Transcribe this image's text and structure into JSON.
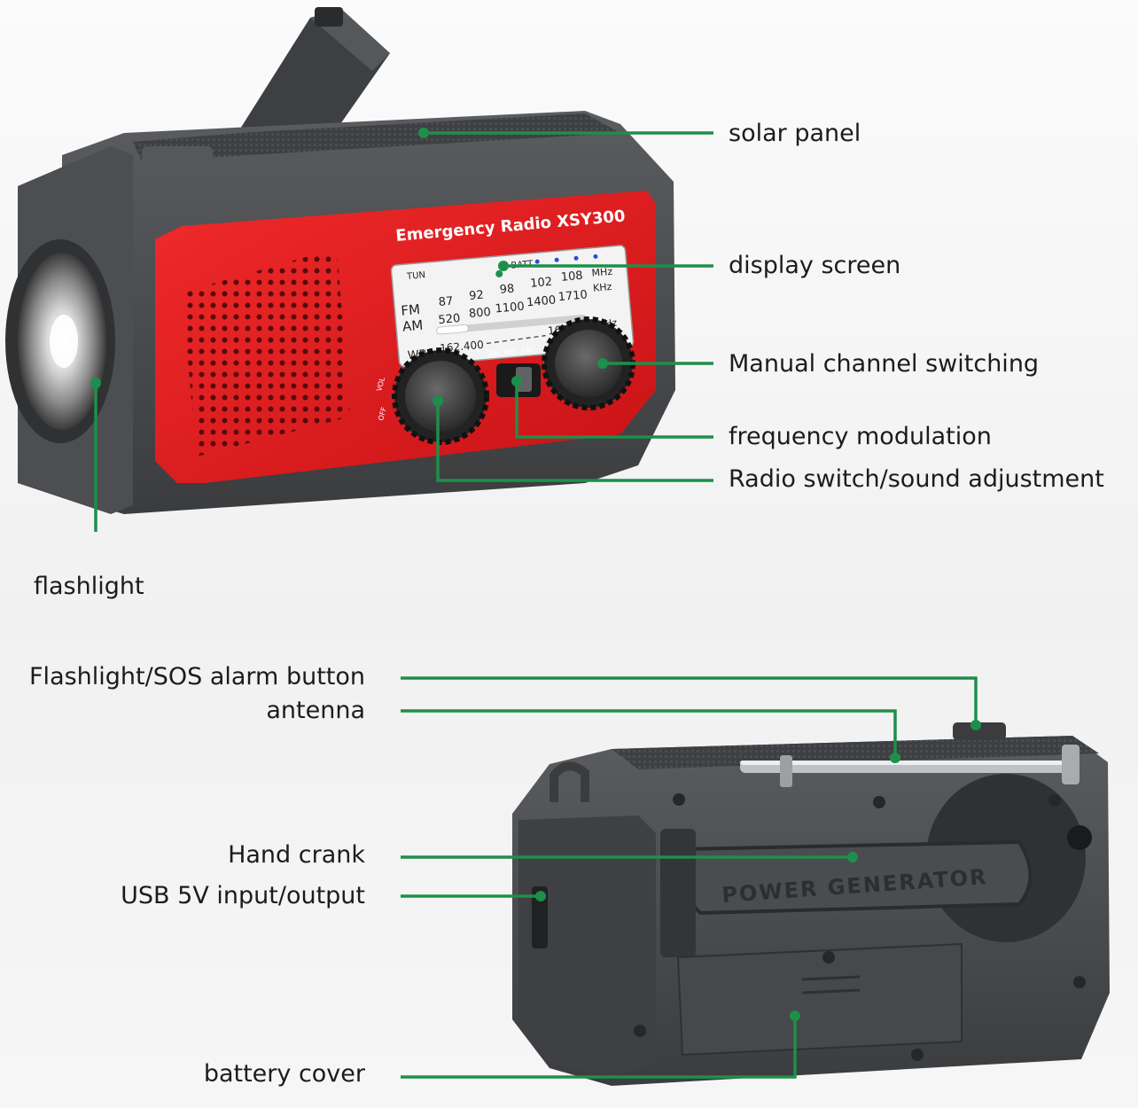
{
  "colors": {
    "leader": "#1e8f4a",
    "radio_red": "#e0191c",
    "housing": "#4a4c4f",
    "housing_dark": "#2f3133",
    "display_bg": "#f3f3f3",
    "label_text": "#1c1c1c"
  },
  "device": {
    "model_label": "Emergency Radio XSY300",
    "crank_text": "POWER GENERATOR",
    "display": {
      "tun": "TUN",
      "batt": "BATT",
      "fm": "FM",
      "am": "AM",
      "wb": "WB",
      "fm_freqs": [
        "87",
        "92",
        "98",
        "102",
        "108"
      ],
      "fm_unit": "MHz",
      "am_freqs": [
        "520",
        "800",
        "1100",
        "1400",
        "1710"
      ],
      "am_unit": "KHz",
      "wb_low": "162.400",
      "wb_high": "162.500",
      "wb_unit": "MHz"
    },
    "band_switch": [
      "AM",
      "WB",
      "FM"
    ],
    "vol_label": "VOL",
    "off_label": "OFF"
  },
  "callouts": {
    "solar_panel": "solar panel",
    "display_screen": "display screen",
    "manual_channel": "Manual channel switching",
    "frequency_modulation": "frequency modulation",
    "radio_switch": "Radio switch/sound adjustment",
    "flashlight": "flashlight",
    "sos_button": "Flashlight/SOS alarm button",
    "antenna": "antenna",
    "hand_crank": "Hand crank",
    "usb": "USB 5V input/output",
    "battery_cover": "battery cover"
  }
}
